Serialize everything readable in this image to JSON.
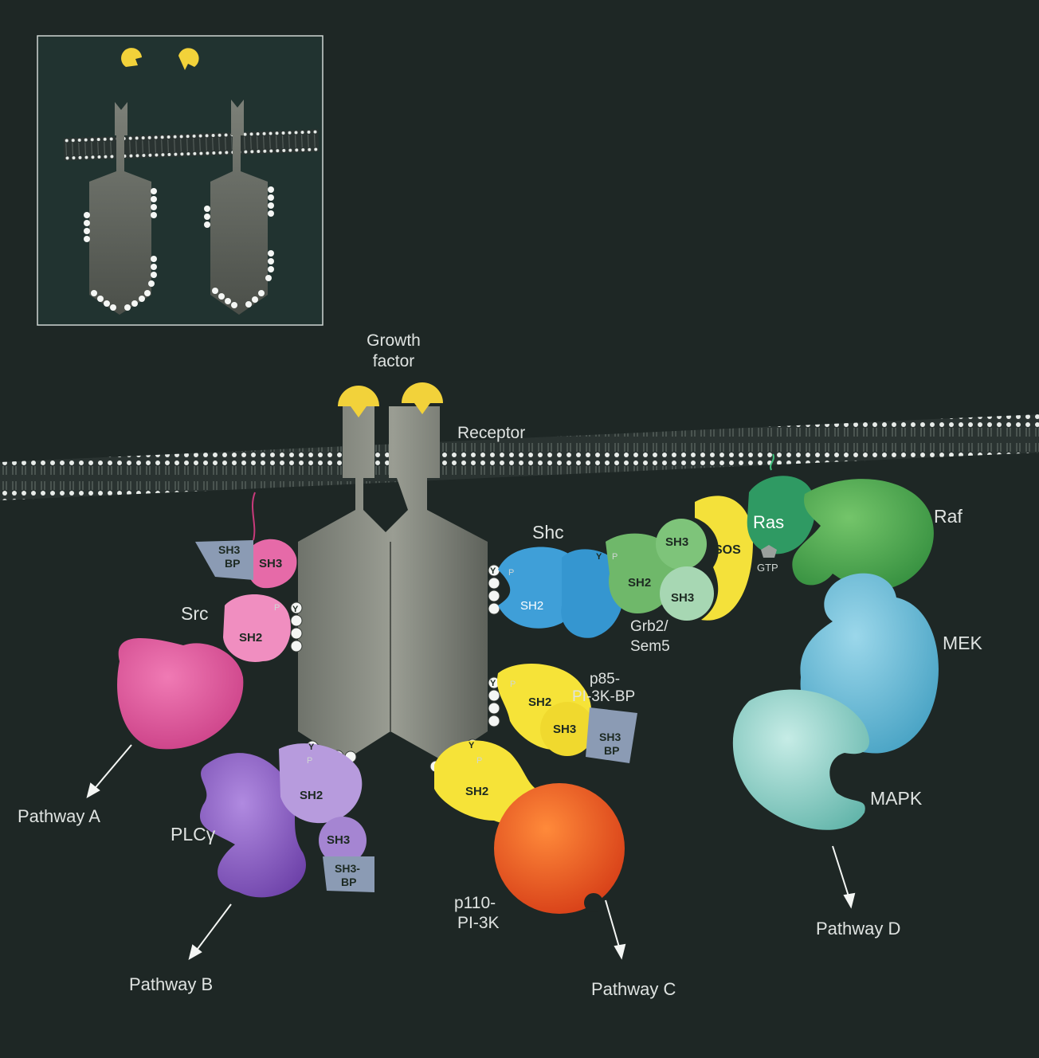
{
  "labels": {
    "growth_factor_1": "Growth",
    "growth_factor_2": "factor",
    "receptor": "Receptor",
    "shc": "Shc",
    "src": "Src",
    "raf": "Raf",
    "ras": "Ras",
    "gtp": "GTP",
    "sos": "SOS",
    "grb2_1": "Grb2/",
    "grb2_2": "Sem5",
    "mek": "MEK",
    "mapk": "MAPK",
    "p85_1": "p85-",
    "p85_2": "PI-3K-BP",
    "plc": "PLCγ",
    "p110_1": "p110-",
    "p110_2": "PI-3K",
    "pathway_a": "Pathway A",
    "pathway_b": "Pathway B",
    "pathway_c": "Pathway C",
    "pathway_d": "Pathway D"
  },
  "domains": {
    "sh2": "SH2",
    "sh3": "SH3",
    "sh3bp_1": "SH3",
    "sh3bp_2": "BP",
    "sh3bp_dash": "SH3-",
    "y": "Y",
    "p": "P"
  },
  "colors": {
    "background": "#1e2725",
    "receptor": "#8a8d83",
    "growth_factor": "#f2d23a",
    "src": "#e87fb0",
    "src_dark": "#d3468c",
    "shc": "#3f9fd8",
    "grb2": "#6fb86a",
    "sos": "#f4e13a",
    "ras": "#2f9a63",
    "raf": "#4da04a",
    "mek": "#5bb4cf",
    "mapk": "#8fcbc4",
    "p85": "#f6e338",
    "p110": "#f05a22",
    "plc": "#8b5fc0",
    "sh3bp": "#8b9bb4"
  }
}
